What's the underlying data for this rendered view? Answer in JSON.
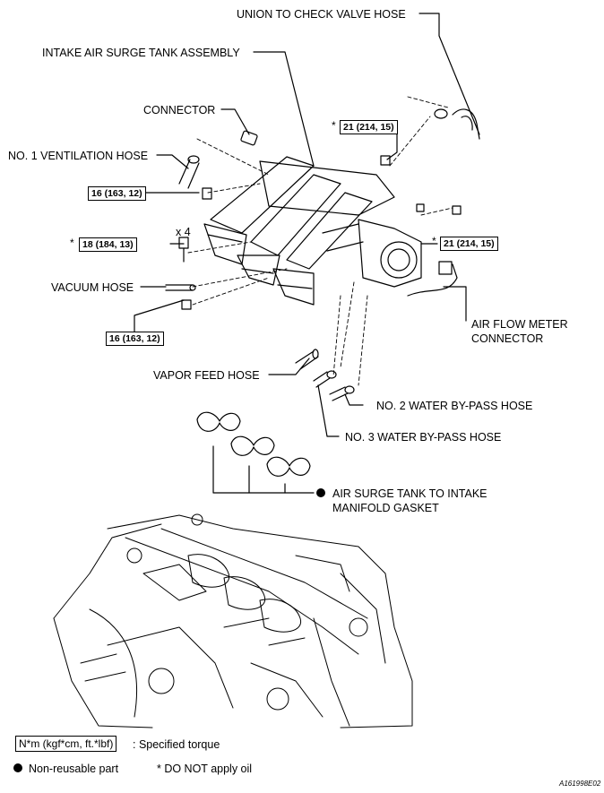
{
  "labels": {
    "union_hose": "UNION TO CHECK VALVE HOSE",
    "surge_tank": "INTAKE AIR SURGE TANK ASSEMBLY",
    "connector": "CONNECTOR",
    "vent_hose": "NO. 1 VENTILATION HOSE",
    "vacuum_hose": "VACUUM HOSE",
    "vapor_hose": "VAPOR FEED HOSE",
    "afm_line1": "AIR FLOW METER",
    "afm_line2": "CONNECTOR",
    "water2": "NO. 2 WATER BY-PASS HOSE",
    "water3": "NO. 3 WATER BY-PASS HOSE",
    "gasket_line1": "AIR SURGE TANK TO INTAKE",
    "gasket_line2": "MANIFOLD GASKET"
  },
  "torques": {
    "t1": "21 (214, 15)",
    "t2": "16 (163, 12)",
    "t3": "18 (184, 13)",
    "t4": "21 (214, 15)",
    "t5": "16 (163, 12)"
  },
  "marks": {
    "star": "*",
    "qty": "x 4"
  },
  "legend": {
    "torque_unit": "N*m (kgf*cm, ft.*lbf)",
    "torque_desc": ": Specified torque",
    "nonreusable": "Non-reusable part",
    "no_oil": "* DO NOT apply oil"
  },
  "figure_id": "A161998E02"
}
